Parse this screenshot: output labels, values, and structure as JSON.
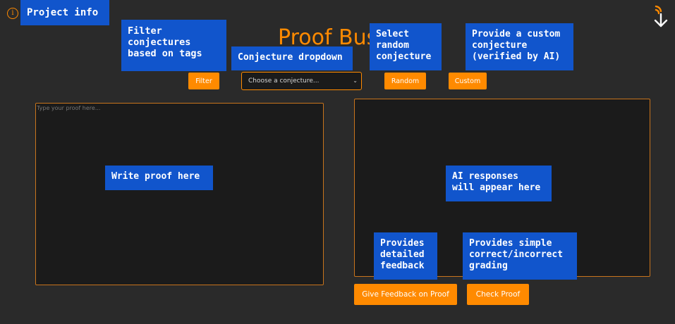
{
  "app": {
    "title": "Proof Bus"
  },
  "toolbar": {
    "filter_label": "Filter",
    "conjecture_select_placeholder": "Choose a conjecture...",
    "random_label": "Random",
    "custom_label": "Custom"
  },
  "editor": {
    "placeholder": "Type your proof here..."
  },
  "actions": {
    "feedback_label": "Give Feedback on Proof",
    "check_label": "Check Proof"
  },
  "annotations": {
    "project_info": "Project info",
    "filter": "Filter\nconjectures\nbased on tags",
    "dropdown": "Conjecture dropdown",
    "random": "Select\nrandom\nconjecture",
    "custom": "Provide a custom\nconjecture\n(verified by AI)",
    "write_proof": "Write proof here",
    "ai_responses": "AI responses\nwill appear here",
    "detailed": "Provides\ndetailed\nfeedback",
    "simple": "Provides simple\ncorrect/incorrect\ngrading"
  },
  "icons": {
    "info": "info-icon",
    "logo": "brand-logo-icon",
    "select_caret": "chevron-down-icon"
  },
  "colors": {
    "accent": "#ff8a00",
    "background": "#2a2a2a",
    "panel": "#1b1b1b",
    "annotation": "#1155cc"
  }
}
